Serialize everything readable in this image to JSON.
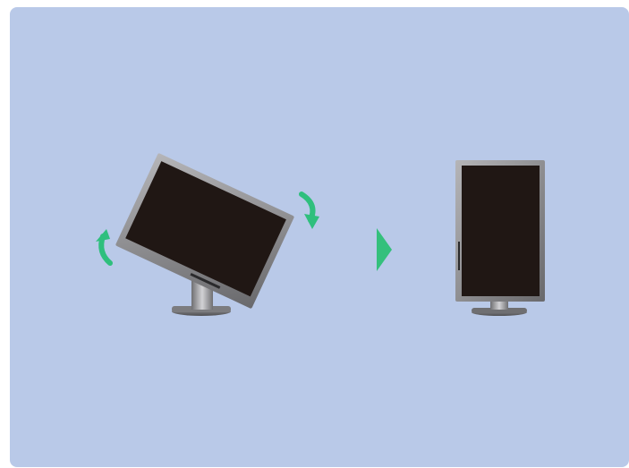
{
  "diagram": {
    "subject": "monitor-rotation-to-portrait",
    "steps": [
      {
        "name": "tilted-monitor",
        "state": "rotating"
      },
      {
        "name": "portrait-monitor",
        "state": "portrait"
      }
    ]
  },
  "colors": {
    "panel_background": "#b9c9e8",
    "screen": "#201714",
    "bezel": "#7d7d80",
    "bezel_highlight": "#b2b2b5",
    "stand": "#8a8a8d",
    "base": "#616164",
    "rotation_arrow": "#2fbf7d",
    "next_arrow": "#34c07c"
  },
  "icons": {
    "rotate_clockwise": "rotate-clockwise-icon",
    "rotate_counter_clockwise": "rotate-counter-clockwise-icon",
    "next_step": "next-step-arrow-icon"
  }
}
